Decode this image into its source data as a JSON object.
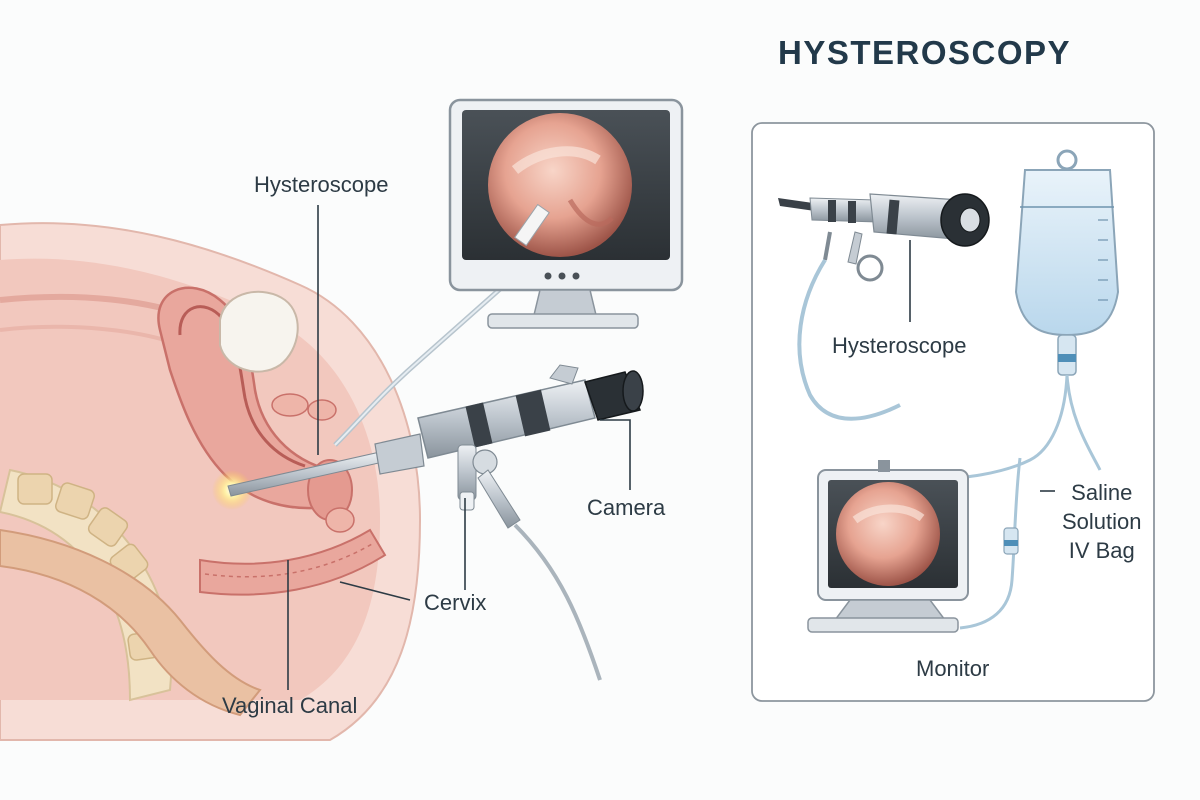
{
  "title": "HYSTEROSCOPY",
  "labels": {
    "hysteroscope": "Hysteroscope",
    "camera": "Camera",
    "cervix": "Cervix",
    "vaginal_canal": "Vaginal Canal",
    "inset_hysteroscope": "Hysteroscope",
    "saline_line1": "Saline",
    "saline_line2": "Solution",
    "saline_line3": "IV Bag",
    "monitor": "Monitor"
  },
  "colors": {
    "tissue_light": "#f6d6cf",
    "tissue": "#e9a79d",
    "tissue_dark": "#c9716a",
    "bone": "#f2e2c4",
    "instrument": "#c5ccd3",
    "instrument_dark": "#2a3035",
    "label_text": "#2d3b45",
    "title_text": "#22394a"
  }
}
